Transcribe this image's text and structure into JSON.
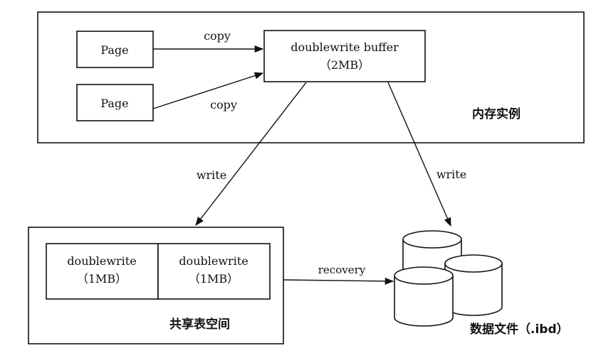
{
  "memory_instance": {
    "label": "内存实例",
    "page_top": "Page",
    "page_bottom": "Page",
    "copy_top": "copy",
    "copy_bottom": "copy",
    "buffer_line1": "doublewrite buffer",
    "buffer_line2": "（2MB）"
  },
  "arrows": {
    "write_left": "write",
    "write_right": "write",
    "recovery": "recovery"
  },
  "shared_tablespace": {
    "label": "共享表空间",
    "left_line1": "doublewrite",
    "left_line2": "（1MB）",
    "right_line1": "doublewrite",
    "right_line2": "（1MB）"
  },
  "data_files": {
    "label": "数据文件（.ibd）"
  }
}
